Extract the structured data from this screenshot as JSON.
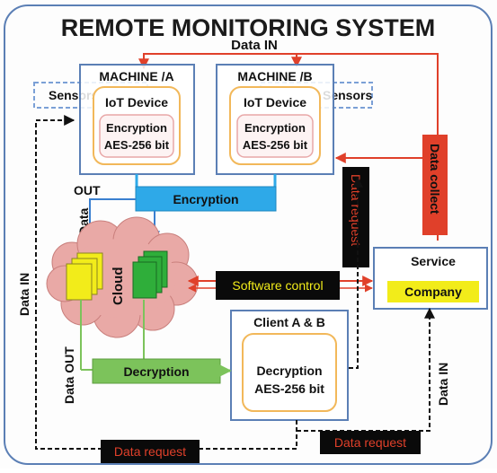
{
  "title": "REMOTE MONITORING SYSTEM",
  "labels": {
    "data_in_top": "Data IN",
    "machine_a": "MACHINE /A",
    "machine_b": "MACHINE /B",
    "sensors_left": "Sensors",
    "sensors_right": "Sensors",
    "iot_device_a": "IoT Device",
    "iot_device_b": "IoT Device",
    "encryption_a_line1": "Encryption",
    "encryption_a_line2": "AES-256 bit",
    "encryption_b_line1": "Encryption",
    "encryption_b_line2": "AES-256 bit",
    "encryption_bar": "Encryption",
    "out_label": "OUT",
    "data_label": "Data",
    "cloud": "Cloud",
    "software_control": "Software control",
    "data_request_vertical": "Data request",
    "data_collect": "Data collect",
    "service": "Service",
    "company": "Company",
    "client": "Client A & B",
    "decryption_bar": "Decryption",
    "decryption_client_line1": "Decryption",
    "decryption_client_line2": "AES-256 bit",
    "data_in_left": "Data IN",
    "data_out_left": "Data OUT",
    "data_in_right": "Data IN",
    "data_request_bottom_left": "Data request",
    "data_request_bottom_right": "Data request"
  },
  "colors": {
    "frame": "#5b7fb5",
    "machine_border": "#5b7fb5",
    "iot_border": "#f2b85a",
    "encryption_bar": "#2ea9e8",
    "decryption_bar": "#7cc35b",
    "cloud_fill": "#e9a9a6",
    "red_arrow": "#e0402a",
    "black_label": "#0a0a0a",
    "company_fill": "#f2ec1a"
  }
}
